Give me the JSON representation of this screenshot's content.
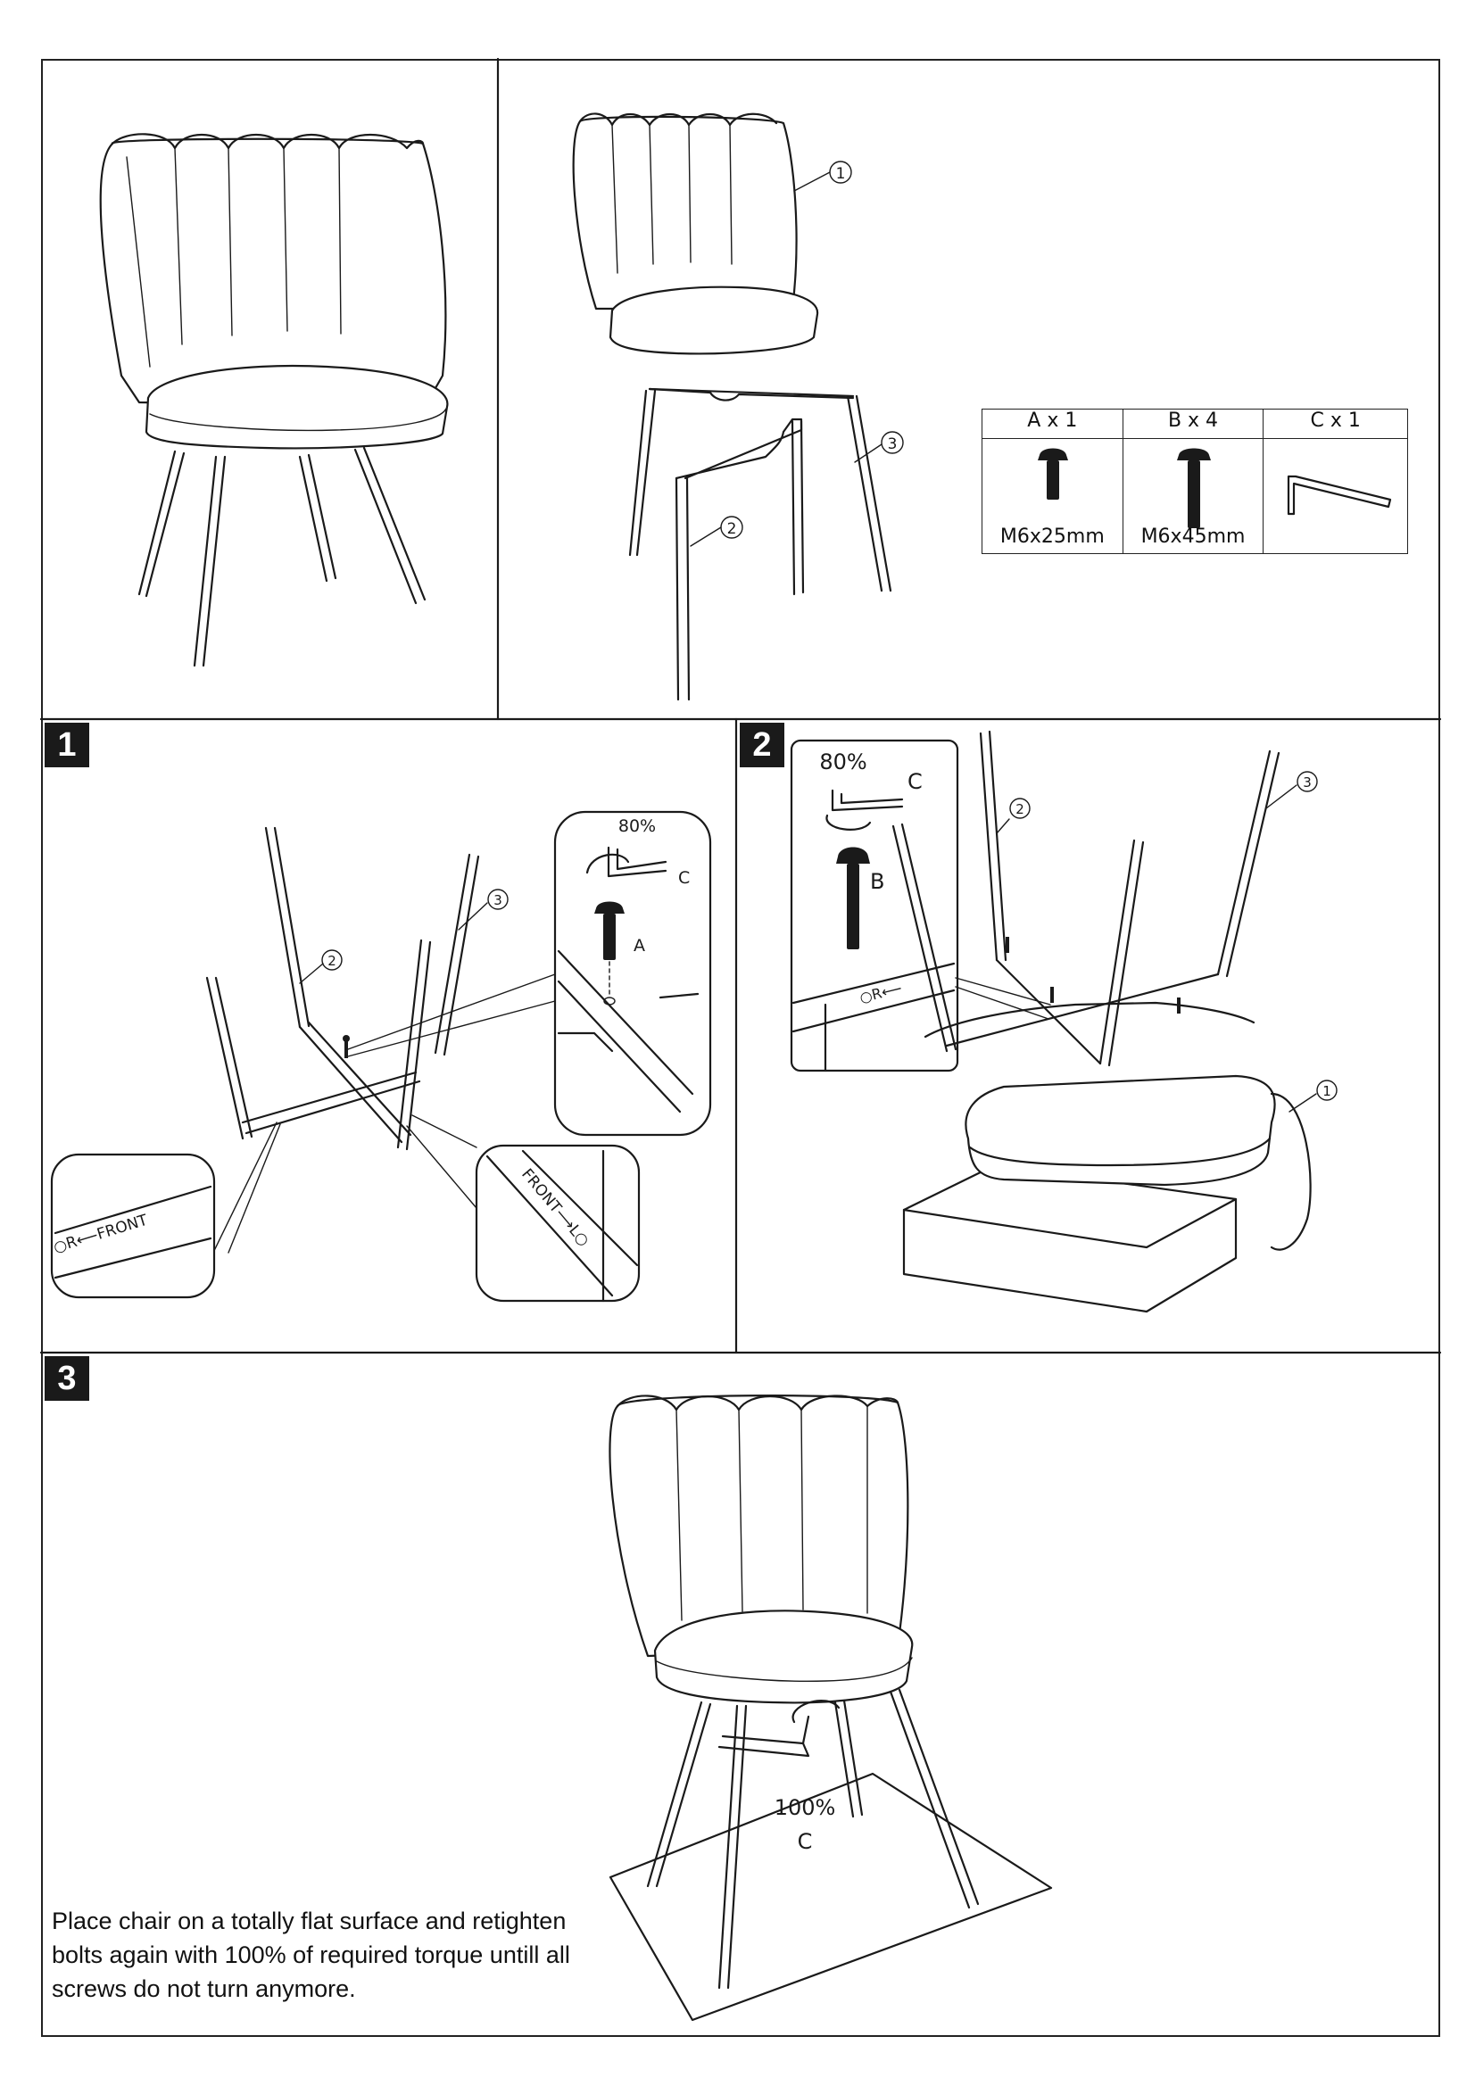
{
  "drawing": {
    "callouts": {
      "p1": "1",
      "p2": "2",
      "p3": "3"
    }
  },
  "hardware": [
    {
      "header": "A x 1",
      "size": "M6x25mm",
      "icon": "short-bolt-icon"
    },
    {
      "header": "B x 4",
      "size": "M6x45mm",
      "icon": "long-bolt-icon"
    },
    {
      "header": "C x 1",
      "size": "",
      "icon": "allen-key-icon"
    }
  ],
  "steps": [
    {
      "number": "1",
      "torque": "80%",
      "tool": "C",
      "bolt": "A",
      "marking_r": "○R⟵FRONT",
      "marking_l": "FRONT⟶L○"
    },
    {
      "number": "2",
      "torque": "80%",
      "tool": "C",
      "bolt": "B",
      "marking": "○R⟵"
    },
    {
      "number": "3",
      "torque": "100%",
      "tool": "C",
      "instruction": "Place chair on a totally flat surface and retighten bolts again with 100% of required torque untill all screws do not turn anymore."
    }
  ]
}
